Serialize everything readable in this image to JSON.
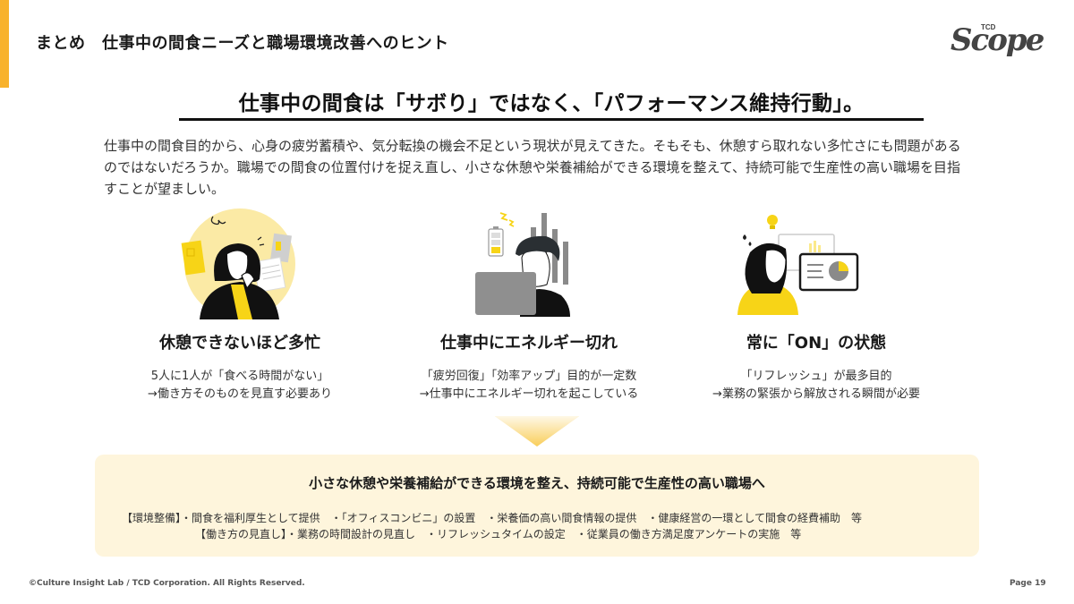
{
  "header": {
    "title": "まとめ　仕事中の間食ニーズと職場環境改善へのヒント",
    "logo_small": "TCD",
    "logo_main": "Scope"
  },
  "headline": "仕事中の間食は「サボり」ではなく、「パフォーマンス維持行動」。",
  "intro": "仕事中の間食目的から、心身の疲労蓄積や、気分転換の機会不足という現状が見えてきた。そもそも、休憩すら取れない多忙さにも問題があるのではないだろうか。職場での間食の位置付けを捉え直し、小さな休憩や栄養補給ができる環境を整えて、持続可能で生産性の高い職場を目指すことが望ましい。",
  "columns": [
    {
      "icon": "busy-woman-illustration",
      "title": "休憩できないほど多忙",
      "desc_line1": "5人に1人が「食べる時間がない」",
      "desc_line2": "→働き方そのものを見直す必要あり"
    },
    {
      "icon": "low-battery-man-illustration",
      "title": "仕事中にエネルギー切れ",
      "desc_line1": "「疲労回復」「効率アップ」目的が一定数",
      "desc_line2": "→仕事中にエネルギー切れを起こしている"
    },
    {
      "icon": "always-on-woman-illustration",
      "title": "常に「ON」の状態",
      "desc_line1": "「リフレッシュ」が最多目的",
      "desc_line2": "→業務の緊張から解放される瞬間が必要"
    }
  ],
  "conclusion": {
    "title": "小さな休憩や栄養補給ができる環境を整え、持続可能で生産性の高い職場へ",
    "line1": "【環境整備】・間食を福利厚生として提供　・「オフィスコンビニ」の設置　・栄養価の高い間食情報の提供　・健康経営の一環として間食の経費補助　等",
    "line2": "【働き方の見直し】・業務の時間設計の見直し　・リフレッシュタイムの設定　・従業員の働き方満足度アンケートの実施　等"
  },
  "footer": {
    "copyright": "©Culture Insight Lab / TCD Corporation. All Rights Reserved.",
    "page": "Page 19"
  },
  "colors": {
    "accent": "#F8B22C",
    "yellow": "#F7D417",
    "pale_yellow": "#FBEAA5",
    "box_bg": "#FEF5DC",
    "dark": "#1a1a1a",
    "gray": "#8a8a8a"
  }
}
